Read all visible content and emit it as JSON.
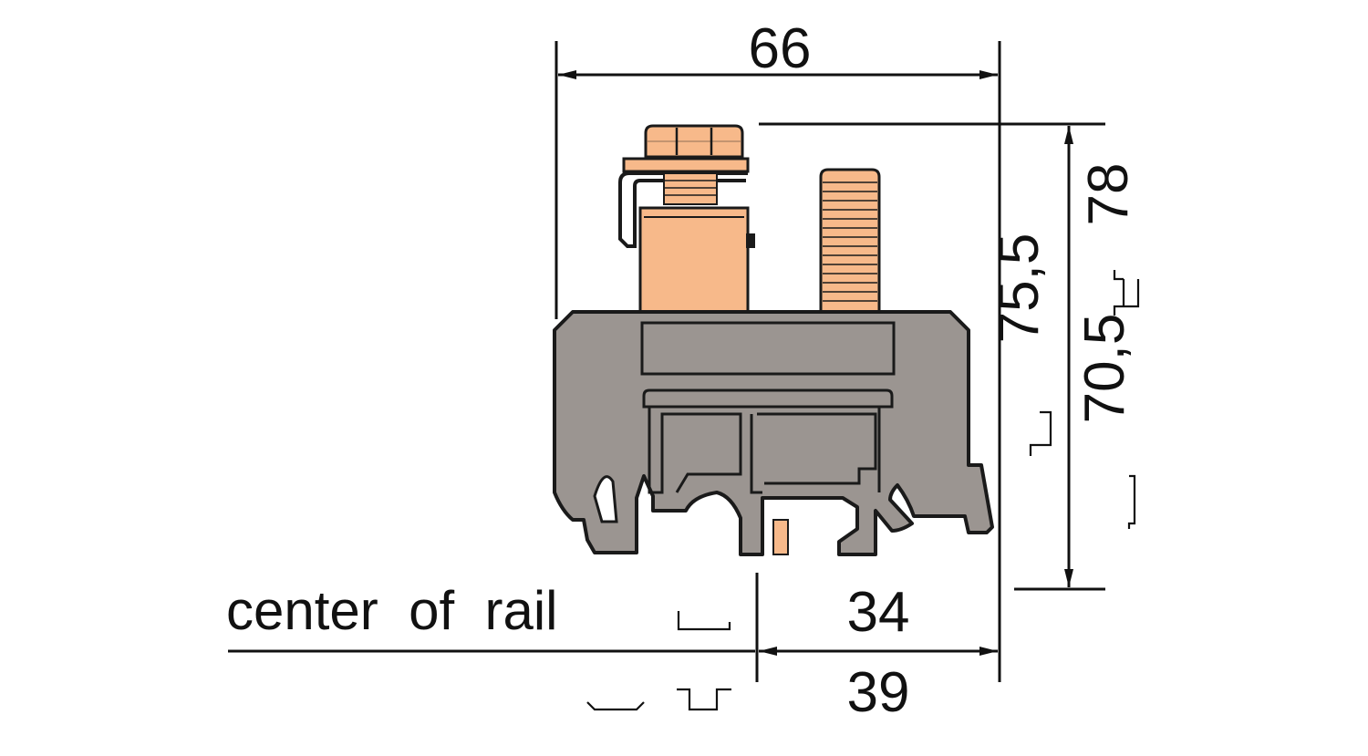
{
  "dimensions": {
    "width_top": "66",
    "height_outer": "78",
    "height_mid": "75,5",
    "height_inner": "70,5",
    "offset_upper": "34",
    "offset_lower": "39"
  },
  "labels": {
    "center_of_rail": "center  of  rail"
  },
  "colors": {
    "housing_fill": "#9b9591",
    "housing_stroke": "#1a1a1a",
    "terminal_fill": "#f7b98a",
    "line": "#111111",
    "background": "#ffffff"
  }
}
